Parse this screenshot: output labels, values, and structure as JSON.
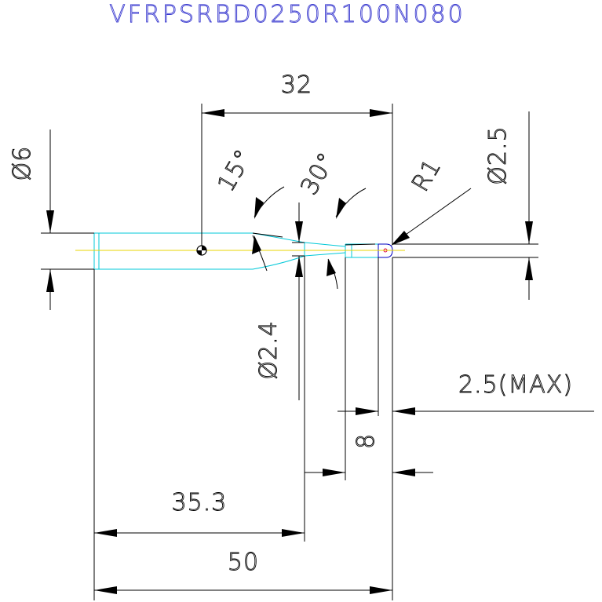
{
  "title": "VFRPSRBD0250R100N080",
  "dimensions": {
    "shank_diameter": "Ø6",
    "length_32": "32",
    "angle_15": "15°",
    "angle_30": "30°",
    "radius": "R1",
    "tip_diameter": "Ø2.5",
    "neck_diameter": "Ø2.4",
    "flute_length": "2.5(MAX)",
    "length_8": "8",
    "length_35_3": "35.3",
    "overall_length": "50"
  },
  "colors": {
    "title": "#3a3acf",
    "tool_outline": "#00c8d8",
    "center_line": "#e8d400",
    "dimension": "#000000"
  }
}
